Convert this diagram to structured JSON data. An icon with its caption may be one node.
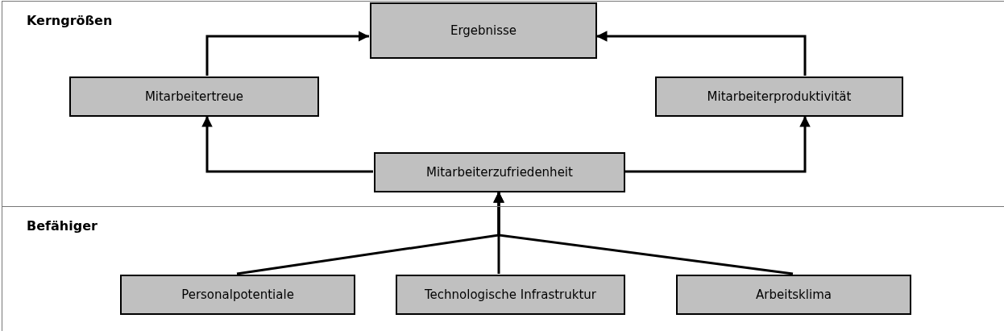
{
  "diagram": {
    "nodes": [
      {
        "text": [
          "Kerngrößen"
        ]
      },
      {
        "text": [
          "Ergebnisse"
        ],
        "in": 0
      },
      {
        "text": [
          "Mitarbeitertreue"
        ],
        "in": 0
      },
      {
        "text": [
          "Mitarbeiterproduktivität"
        ],
        "in": 0
      },
      {
        "text": [
          "Mitarbeiterzufriedenheit"
        ],
        "in": 0
      },
      {
        "text": [
          "Befähiger"
        ]
      },
      {
        "text": [
          "Personalpotentiale"
        ],
        "in": 5
      },
      {
        "text": [
          "Technologische Infrastruktur"
        ],
        "in": 5
      },
      {
        "text": [
          "Arbeitsklima"
        ],
        "in": 5
      }
    ],
    "edges": [
      {
        "from": 2,
        "to": 1,
        "arrow": "to"
      },
      {
        "from": 3,
        "to": 1,
        "arrow": "to"
      },
      {
        "from": 4,
        "to": 2,
        "arrow": "to"
      },
      {
        "from": 4,
        "to": 3,
        "arrow": "to"
      },
      {
        "from": 6,
        "to": 4,
        "arrow": "to"
      },
      {
        "from": 7,
        "to": 4,
        "arrow": "to"
      },
      {
        "from": 8,
        "to": 4,
        "arrow": "to"
      }
    ]
  }
}
